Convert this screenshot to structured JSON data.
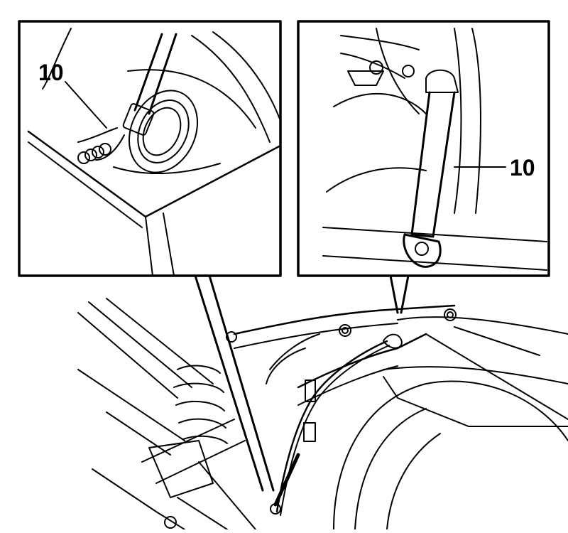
{
  "diagram": {
    "callouts": [
      {
        "id": "left-inset",
        "text": "10"
      },
      {
        "id": "right-inset",
        "text": "10"
      }
    ],
    "colors": {
      "stroke": "#000000",
      "background": "#ffffff"
    }
  }
}
